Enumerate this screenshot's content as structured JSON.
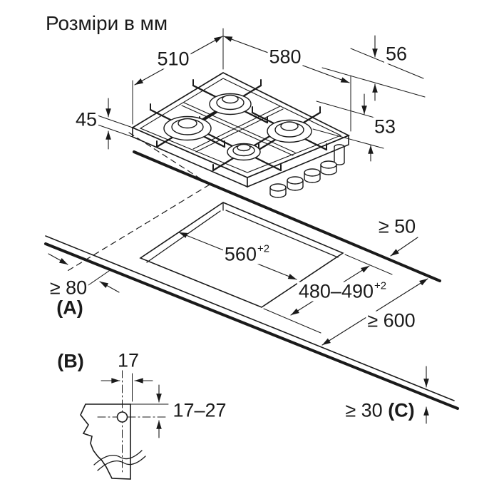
{
  "title": "Розміри в мм",
  "drawing": {
    "type": "appliance installation diagram",
    "views": [
      "hob isometric view",
      "worktop cutout view",
      "worktop edge section detail"
    ]
  },
  "dimensions": {
    "hob_depth": "510",
    "hob_width": "580",
    "hob_height_top": "56",
    "hob_height_left": "45",
    "hob_install_depth": "53",
    "rear_clearance": "≥ 50",
    "cutout_width": "560",
    "cutout_width_tol": "+2",
    "front_clearance": "≥ 80",
    "front_clearance_ref": "(A)",
    "cutout_depth": "480–490",
    "cutout_depth_tol": "+2",
    "worktop_depth": "≥ 600",
    "detail_ref": "(B)",
    "hole_edge_offset": "17",
    "hole_top_offset": "17–27",
    "worktop_thickness": "≥ 30",
    "worktop_thickness_ref": "(C)"
  }
}
